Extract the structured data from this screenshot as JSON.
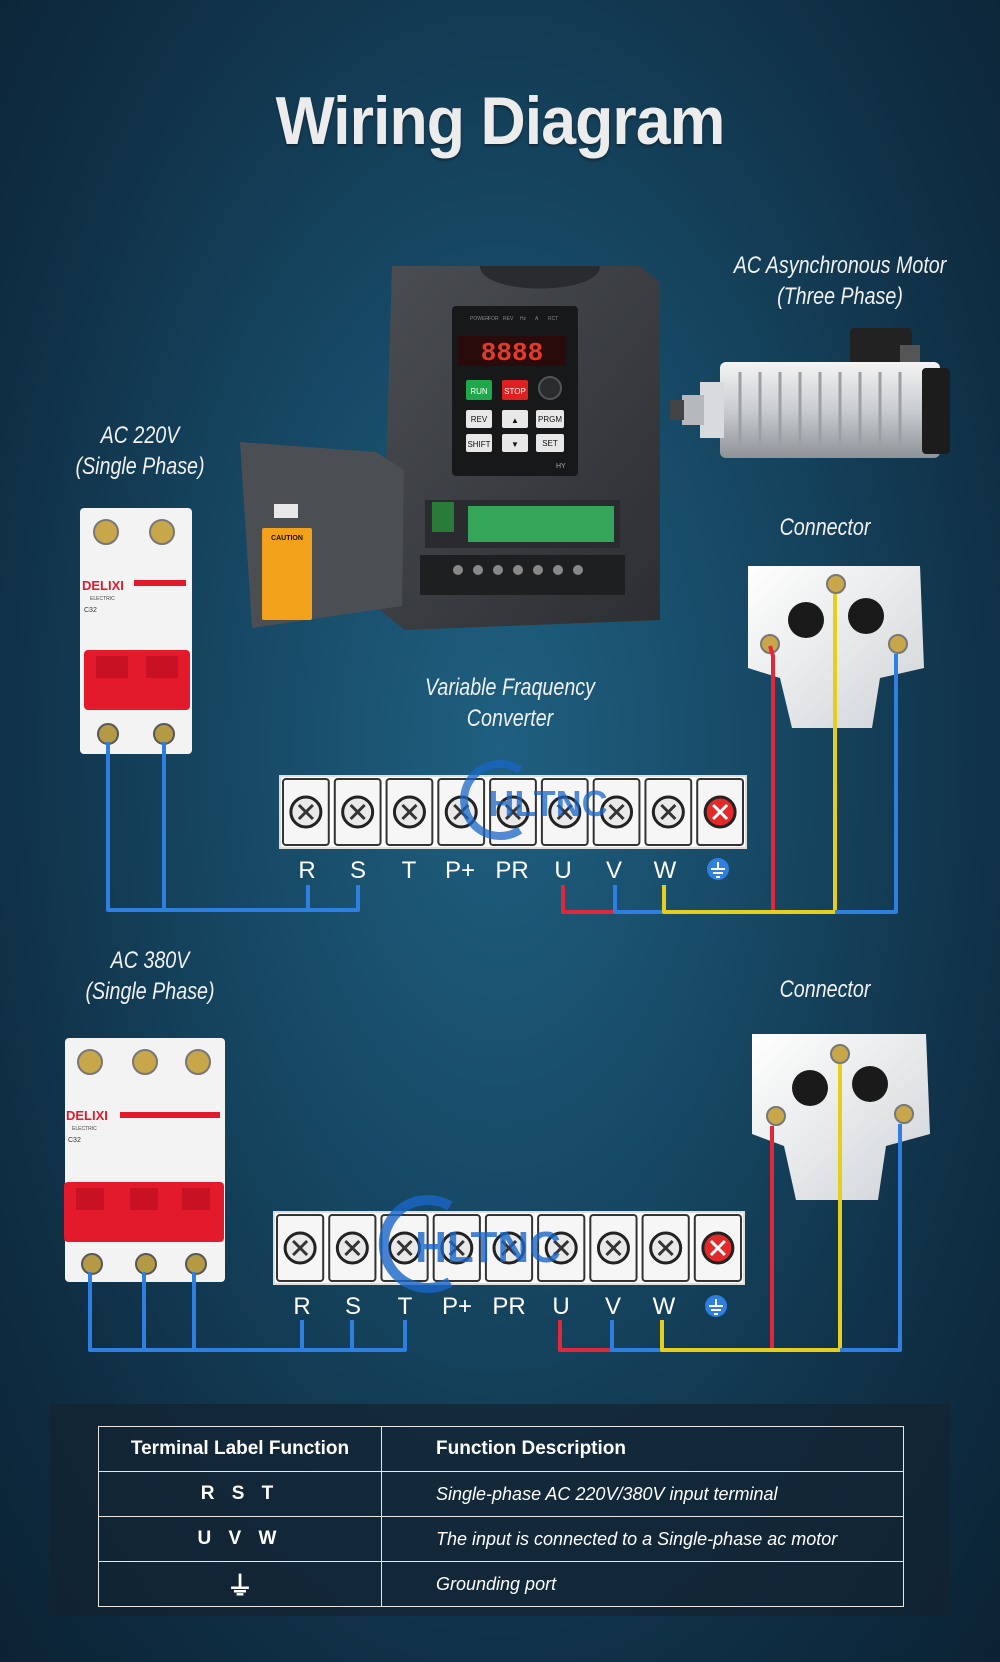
{
  "title": "Wiring Diagram",
  "captions": {
    "motor": [
      "AC Asynchronous Motor",
      "(Three Phase)"
    ],
    "input_220": [
      "AC 220V",
      "(Single Phase)"
    ],
    "vfd": [
      "Variable Fraquency",
      "Converter"
    ],
    "connector_top": "Connector",
    "input_380": [
      "AC 380V",
      "(Single Phase)"
    ],
    "connector_bottom": "Connector"
  },
  "vfd_panel": {
    "run": "RUN",
    "stop": "STOP",
    "rev": "REV",
    "up": "▲",
    "prgm": "PRGM",
    "shift": "SHIFT",
    "down": "▼",
    "set": "SET",
    "display": "8888",
    "leds": [
      "POWER",
      "FOR",
      "REV",
      "Hz",
      "A",
      "RCT"
    ],
    "brand": "HY",
    "cover_label": "CAUTION"
  },
  "breaker": {
    "brand": "DELIXI",
    "sub": "ELECTRIC",
    "model": "C32"
  },
  "terminal_labels": [
    "R",
    "S",
    "T",
    "P+",
    "PR",
    "U",
    "V",
    "W"
  ],
  "watermark": "HLTNC",
  "table": {
    "headers": [
      "Terminal Label Function",
      "Function Description"
    ],
    "rows": [
      {
        "key": "R  S  T",
        "desc": "Single-phase AC 220V/380V input terminal"
      },
      {
        "key": "U  V  W",
        "desc": "The input is connected to a Single-phase ac motor"
      },
      {
        "key": "⏚",
        "desc": "Grounding port"
      }
    ]
  },
  "colors": {
    "wire_blue": "#2f7fe0",
    "wire_red": "#e0283a",
    "wire_yellow": "#e6cf1c",
    "breaker_red": "#e21a2c"
  }
}
